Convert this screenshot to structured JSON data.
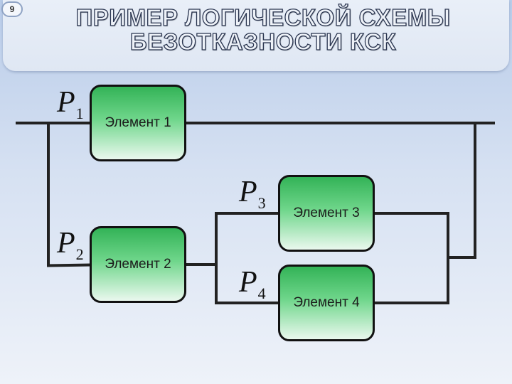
{
  "slide_number": "9",
  "title": {
    "line1": "ПРИМЕР ЛОГИЧЕСКОЙ СХЕМЫ",
    "line2": "БЕЗОТКАЗНОСТИ КСК"
  },
  "elements": [
    {
      "label": "Элемент 1",
      "prob_symbol": "P",
      "prob_index": "1"
    },
    {
      "label": "Элемент 2",
      "prob_symbol": "P",
      "prob_index": "2"
    },
    {
      "label": "Элемент 3",
      "prob_symbol": "P",
      "prob_index": "3"
    },
    {
      "label": "Элемент 4",
      "prob_symbol": "P",
      "prob_index": "4"
    }
  ],
  "colors": {
    "element_fill_top": "#33b357",
    "element_fill_bottom": "#eaf8ee",
    "wire": "#222222",
    "background": "#c8d7ee"
  }
}
